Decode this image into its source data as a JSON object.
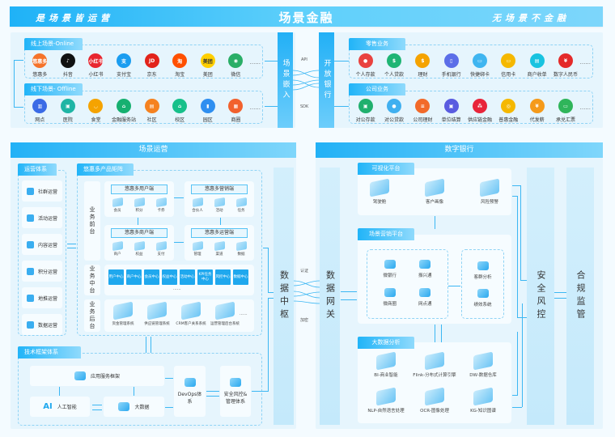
{
  "banner": {
    "left_slogan": "是场景皆运营",
    "title": "场景金融",
    "right_slogan": "无场景不金融"
  },
  "scene_embed": {
    "label": "场景嵌入"
  },
  "open_bank": {
    "label": "开放银行"
  },
  "connector": {
    "api": "API",
    "sdk": "SDK",
    "auth": "认证",
    "encrypt": "加密"
  },
  "online": {
    "tab": "线上场景-Online",
    "more": "......",
    "items": [
      {
        "label": "悠惠多",
        "glyph": "悠惠多",
        "color": "#f5732a"
      },
      {
        "label": "抖音",
        "glyph": "♪",
        "color": "#111111"
      },
      {
        "label": "小红书",
        "glyph": "小红书",
        "color": "#e8262f"
      },
      {
        "label": "支付宝",
        "glyph": "支",
        "color": "#1a9df0"
      },
      {
        "label": "京东",
        "glyph": "JD",
        "color": "#e2231a"
      },
      {
        "label": "淘宝",
        "glyph": "淘",
        "color": "#ff5000"
      },
      {
        "label": "美团",
        "glyph": "美团",
        "color": "#ffcf00"
      },
      {
        "label": "微信",
        "glyph": "◉",
        "color": "#2aae67"
      }
    ]
  },
  "offline": {
    "tab": "线下场景- Offline",
    "more": "......",
    "items": [
      {
        "label": "网点",
        "glyph": "▥",
        "color": "#3b6be6"
      },
      {
        "label": "医院",
        "glyph": "▣",
        "color": "#1fb5a5"
      },
      {
        "label": "食堂",
        "glyph": "◡",
        "color": "#f5a300"
      },
      {
        "label": "金融服务站",
        "glyph": "⌂",
        "color": "#16b070"
      },
      {
        "label": "社区",
        "glyph": "▤",
        "color": "#f58220"
      },
      {
        "label": "校区",
        "glyph": "⌂",
        "color": "#17c08a"
      },
      {
        "label": "园区",
        "glyph": "▮",
        "color": "#2f8ff0"
      },
      {
        "label": "商圈",
        "glyph": "▦",
        "color": "#f2612d"
      }
    ]
  },
  "retail": {
    "tab": "零售业务",
    "more": "......",
    "items": [
      {
        "label": "个人存款",
        "glyph": "●",
        "color": "#e9423f"
      },
      {
        "label": "个人贷款",
        "glyph": "$",
        "color": "#1fb574"
      },
      {
        "label": "理财",
        "glyph": "$",
        "color": "#f5a300"
      },
      {
        "label": "手机银行",
        "glyph": "▯",
        "color": "#5b6ee8"
      },
      {
        "label": "快捷绑卡",
        "glyph": "▭",
        "color": "#3fb5f0"
      },
      {
        "label": "信用卡",
        "glyph": "▭",
        "color": "#f5b800"
      },
      {
        "label": "商户收单",
        "glyph": "▤",
        "color": "#18c3e0"
      },
      {
        "label": "数字人民币",
        "glyph": "¥",
        "color": "#e42a2a"
      }
    ]
  },
  "corporate": {
    "tab": "公司业务",
    "more": "......",
    "items": [
      {
        "label": "对公存款",
        "glyph": "▣",
        "color": "#20b06e"
      },
      {
        "label": "对公贷款",
        "glyph": "●",
        "color": "#40b0f0"
      },
      {
        "label": "公司理财",
        "glyph": "≡",
        "color": "#f26a2a"
      },
      {
        "label": "单位结算",
        "glyph": "▣",
        "color": "#5a5ce0"
      },
      {
        "label": "供应链金融",
        "glyph": "⁂",
        "color": "#e8253a"
      },
      {
        "label": "普惠金融",
        "glyph": "◎",
        "color": "#f5b800"
      },
      {
        "label": "代发薪",
        "glyph": "¥",
        "color": "#f59a1a"
      },
      {
        "label": "承兑汇票",
        "glyph": "▭",
        "color": "#2fb55a"
      }
    ]
  },
  "scene_ops": {
    "title": "场景运营",
    "ops_system": {
      "tab": "运营体系",
      "items": [
        "社群运营",
        "活动运营",
        "内容运营",
        "积分运营",
        "地推运营",
        "数据运营"
      ]
    },
    "matrix": {
      "tab": "悠惠多产品矩阵",
      "front": {
        "label": "业务前台",
        "ends": [
          {
            "title": "悠惠多用户端",
            "items": [
              "会员",
              "积分",
              "卡券"
            ]
          },
          {
            "title": "悠惠多营销端",
            "items": [
              "合伙人",
              "活动",
              "任务"
            ]
          },
          {
            "title": "悠惠多商户端",
            "items": [
              "商户",
              "权益",
              "支付"
            ]
          },
          {
            "title": "悠惠多运营端",
            "items": [
              "管理",
              "渠道",
              "数据"
            ]
          }
        ]
      },
      "middle": {
        "label": "业务中台",
        "more": "......",
        "items": [
          "用户中心",
          "商户中心",
          "会员中心",
          "权益中心",
          "活动中心",
          "KPI任务中心",
          "风控中心",
          "数据中心"
        ]
      },
      "back": {
        "label": "业务后台",
        "more": "......",
        "items": [
          "资金管理系统",
          "供应链管理系统",
          "CRM客户关系系统",
          "运营管理后台系统"
        ]
      }
    },
    "tech": {
      "tab": "技术框架体系",
      "app": "应用服务框架",
      "ai": "人工智能",
      "ai_glyph": "AI",
      "bigdata": "大数据",
      "devops": "DevOps体系",
      "security": "安全风控&管理体系"
    }
  },
  "data_hub": {
    "label": "数据中枢"
  },
  "data_gateway": {
    "label": "数据网关"
  },
  "digital_bank": {
    "title": "数字银行",
    "visual": {
      "tab": "可视化平台",
      "items": [
        "驾驶舱",
        "客户画像",
        "风险预警"
      ]
    },
    "marketing": {
      "tab": "场景营销平台",
      "left": [
        "微银行",
        "振兴通",
        "微商圈",
        "网点通"
      ],
      "right": [
        "客群分析",
        "绩效系统"
      ]
    },
    "bigdata": {
      "tab": "大数据分析",
      "items": [
        "BI-商业智能",
        "Flink-分布式计算引擎",
        "DW-数据仓库",
        "NLP-自然语言处理",
        "OCR-图像处理",
        "KG-知识图谱"
      ]
    }
  },
  "risk_control": {
    "label": "安全风控"
  },
  "compliance": {
    "label": "合规监管"
  }
}
